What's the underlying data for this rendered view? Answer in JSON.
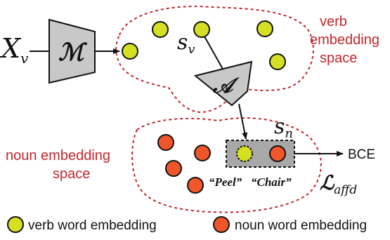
{
  "diagram": {
    "input_label": "X",
    "input_sub": "v",
    "model_m": "ℳ",
    "model_a": "𝒜",
    "sv_label": "s",
    "sv_sub": "v",
    "sn_label": "s",
    "sn_sub": "n",
    "verb_space_line1": "verb",
    "verb_space_line2": "embedding",
    "verb_space_line3": "space",
    "noun_space_line1": "noun embedding",
    "noun_space_line2": "space",
    "peel_label": "“Peel”",
    "chair_label": "“Chair”",
    "bce_label": "BCE",
    "loss_label": "ℒ",
    "loss_sub": "affd",
    "colors": {
      "verb_dot": "#d4e021",
      "noun_dot": "#f0562a",
      "region_border": "#c0272d",
      "module_fill": "#c8c8c8",
      "box_fill": "#a8a8a8"
    }
  },
  "legend": {
    "verb_label": "verb word embedding",
    "noun_label": "noun word embedding"
  }
}
